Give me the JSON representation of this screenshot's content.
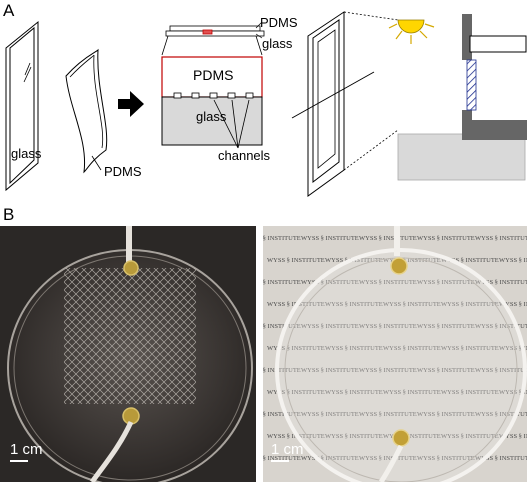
{
  "panel_a": {
    "letter": "A",
    "labels": {
      "glass_sheet": "glass",
      "pdms_sheet": "PDMS",
      "cross_pdms_top": "PDMS",
      "cross_glass_top": "glass",
      "cross_pdms_body": "PDMS",
      "cross_glass_body": "glass",
      "channels": "channels"
    }
  },
  "panel_b": {
    "letter": "B",
    "left_photo": {
      "scale_label": "1 cm"
    },
    "right_photo": {
      "scale_label": "1 cm",
      "watermark": [
        "WYSS",
        "INSTITUTE"
      ]
    }
  }
}
